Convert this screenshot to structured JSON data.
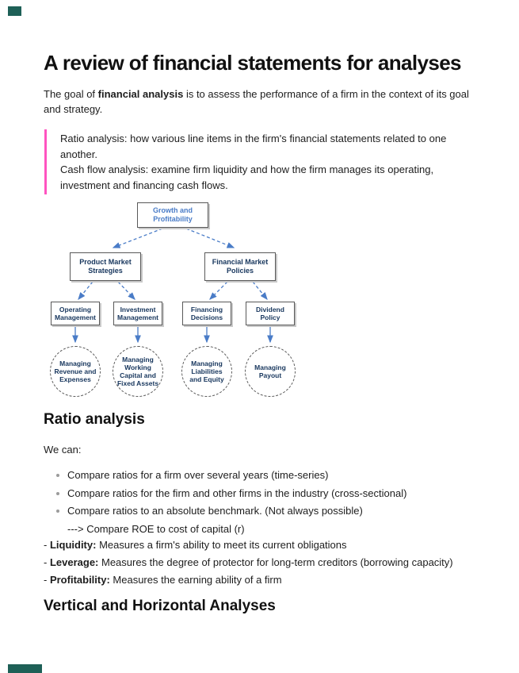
{
  "page": {
    "title": "A review of financial statements for analyses",
    "intro": {
      "prefix": "The goal of ",
      "bold": "financial analysis",
      "rest": " is to assess the performance of a firm in the context of its goal and strategy."
    },
    "quote": {
      "lines": [
        "Ratio analysis: how various line items in the firm's financial statements related to one",
        "another.",
        "Cash flow analysis: examine firm liquidity and how the firm manages its operating,",
        "investment and financing cash flows."
      ]
    },
    "sections": {
      "ratio_heading": "Ratio analysis",
      "we_can": "We can:",
      "bullets": [
        "Compare ratios for a firm over several years (time-series)",
        "Compare ratios for the firm and other firms in the industry (cross-sectional)",
        "Compare ratios to an absolute benchmark. (Not always possible)"
      ],
      "bullet_note": "---> Compare ROE to cost of capital (r)",
      "definitions": [
        {
          "dash": "- ",
          "term": "Liquidity:",
          "desc": " Measures a firm's ability to meet its current obligations"
        },
        {
          "dash": "- ",
          "term": "Leverage:",
          "desc": " Measures the degree of protector for long-term creditors (borrowing capacity)"
        },
        {
          "dash": "- ",
          "term": "Profitability:",
          "desc": " Measures the earning ability of a firm"
        }
      ],
      "vh_heading": "Vertical and Horizontal Analyses"
    }
  },
  "diagram": {
    "level1": "Growth and Profitability",
    "level2": [
      "Product Market Strategies",
      "Financial Market Policies"
    ],
    "level3": [
      "Operating Management",
      "Investment Management",
      "Financing Decisions",
      "Dividend Policy"
    ],
    "circles": [
      "Managing Revenue and Expenses",
      "Managing Working Capital and Fixed Assets",
      "Managing Liabilities and Equity",
      "Managing Payout"
    ]
  },
  "colors": {
    "quote_border": "#ff54c0",
    "diagram_blue": "#4a7cc7",
    "diagram_navy": "#17365d",
    "cutoff_teal": "#1e6057"
  }
}
